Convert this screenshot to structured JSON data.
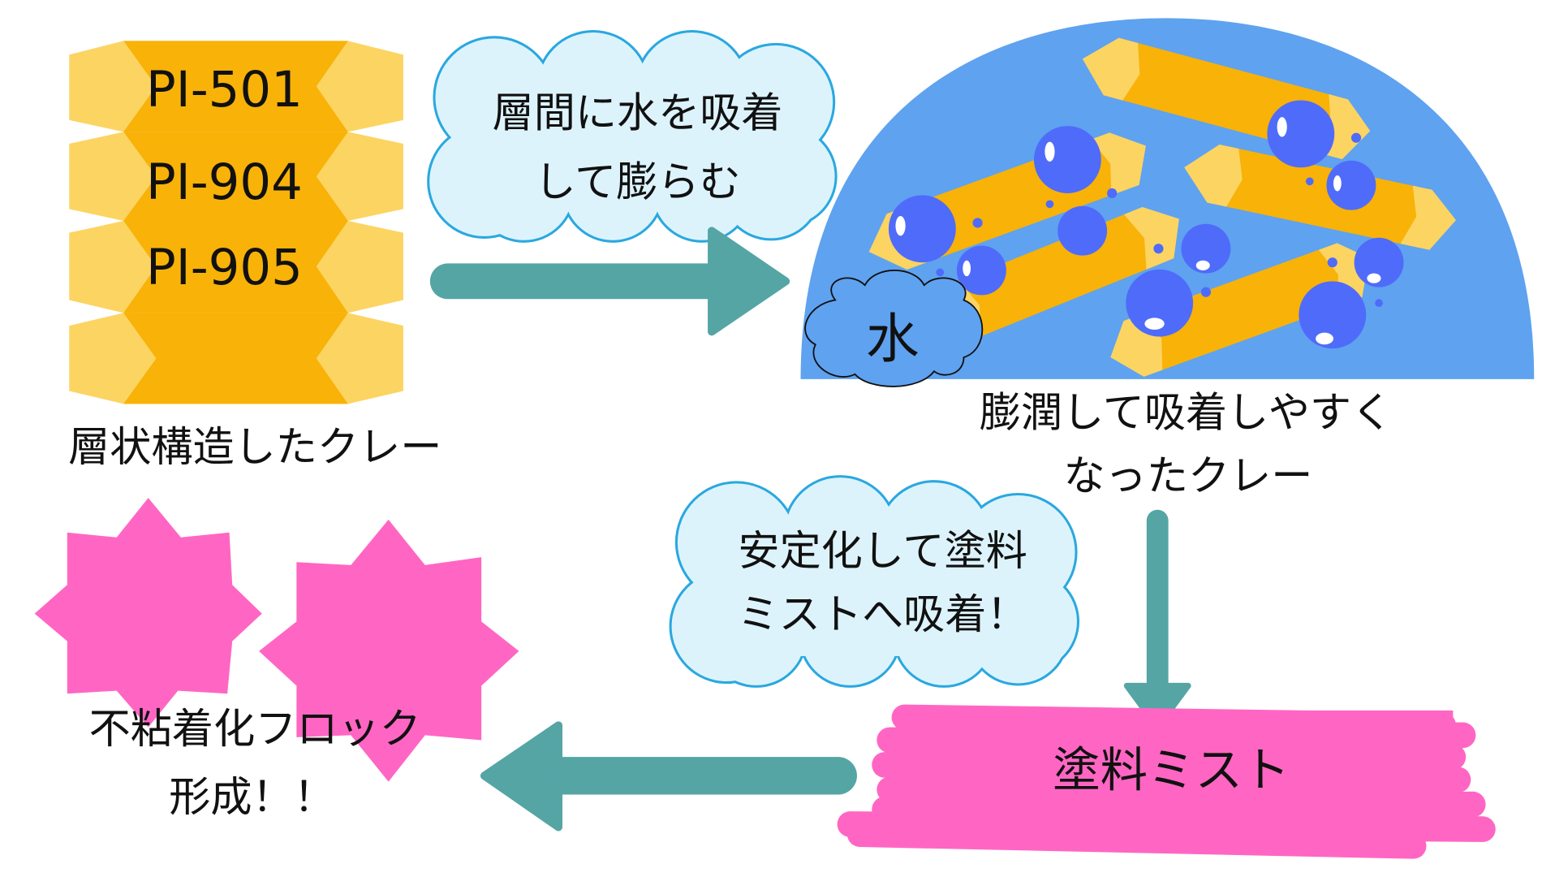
{
  "clay_stack": {
    "layers": [
      "PI-501",
      "PI-904",
      "PI-905"
    ],
    "caption": "層状構造したクレー"
  },
  "cloud_top": {
    "line1": "層間に水を吸着",
    "line2": "して膨らむ"
  },
  "swollen": {
    "water_label": "水",
    "caption_line1": "膨潤して吸着しやすく",
    "caption_line2": "なったクレー"
  },
  "cloud_bottom": {
    "line1": "安定化して塗料",
    "line2": "ミストへ吸着！"
  },
  "paint_mist": {
    "label": "塗料ミスト"
  },
  "floc": {
    "line1": "不粘着化フロック",
    "line2": "形成！！"
  },
  "colors": {
    "orange": "#F8B208",
    "light_yellow": "#FCD462",
    "teal": "#55A5A5",
    "blue": "#5FA2F0",
    "bubble": "#4F6BFA",
    "pink": "#FF66C4",
    "cloud_fill": "#DDF3FC",
    "cloud_stroke": "#29A8E0"
  }
}
